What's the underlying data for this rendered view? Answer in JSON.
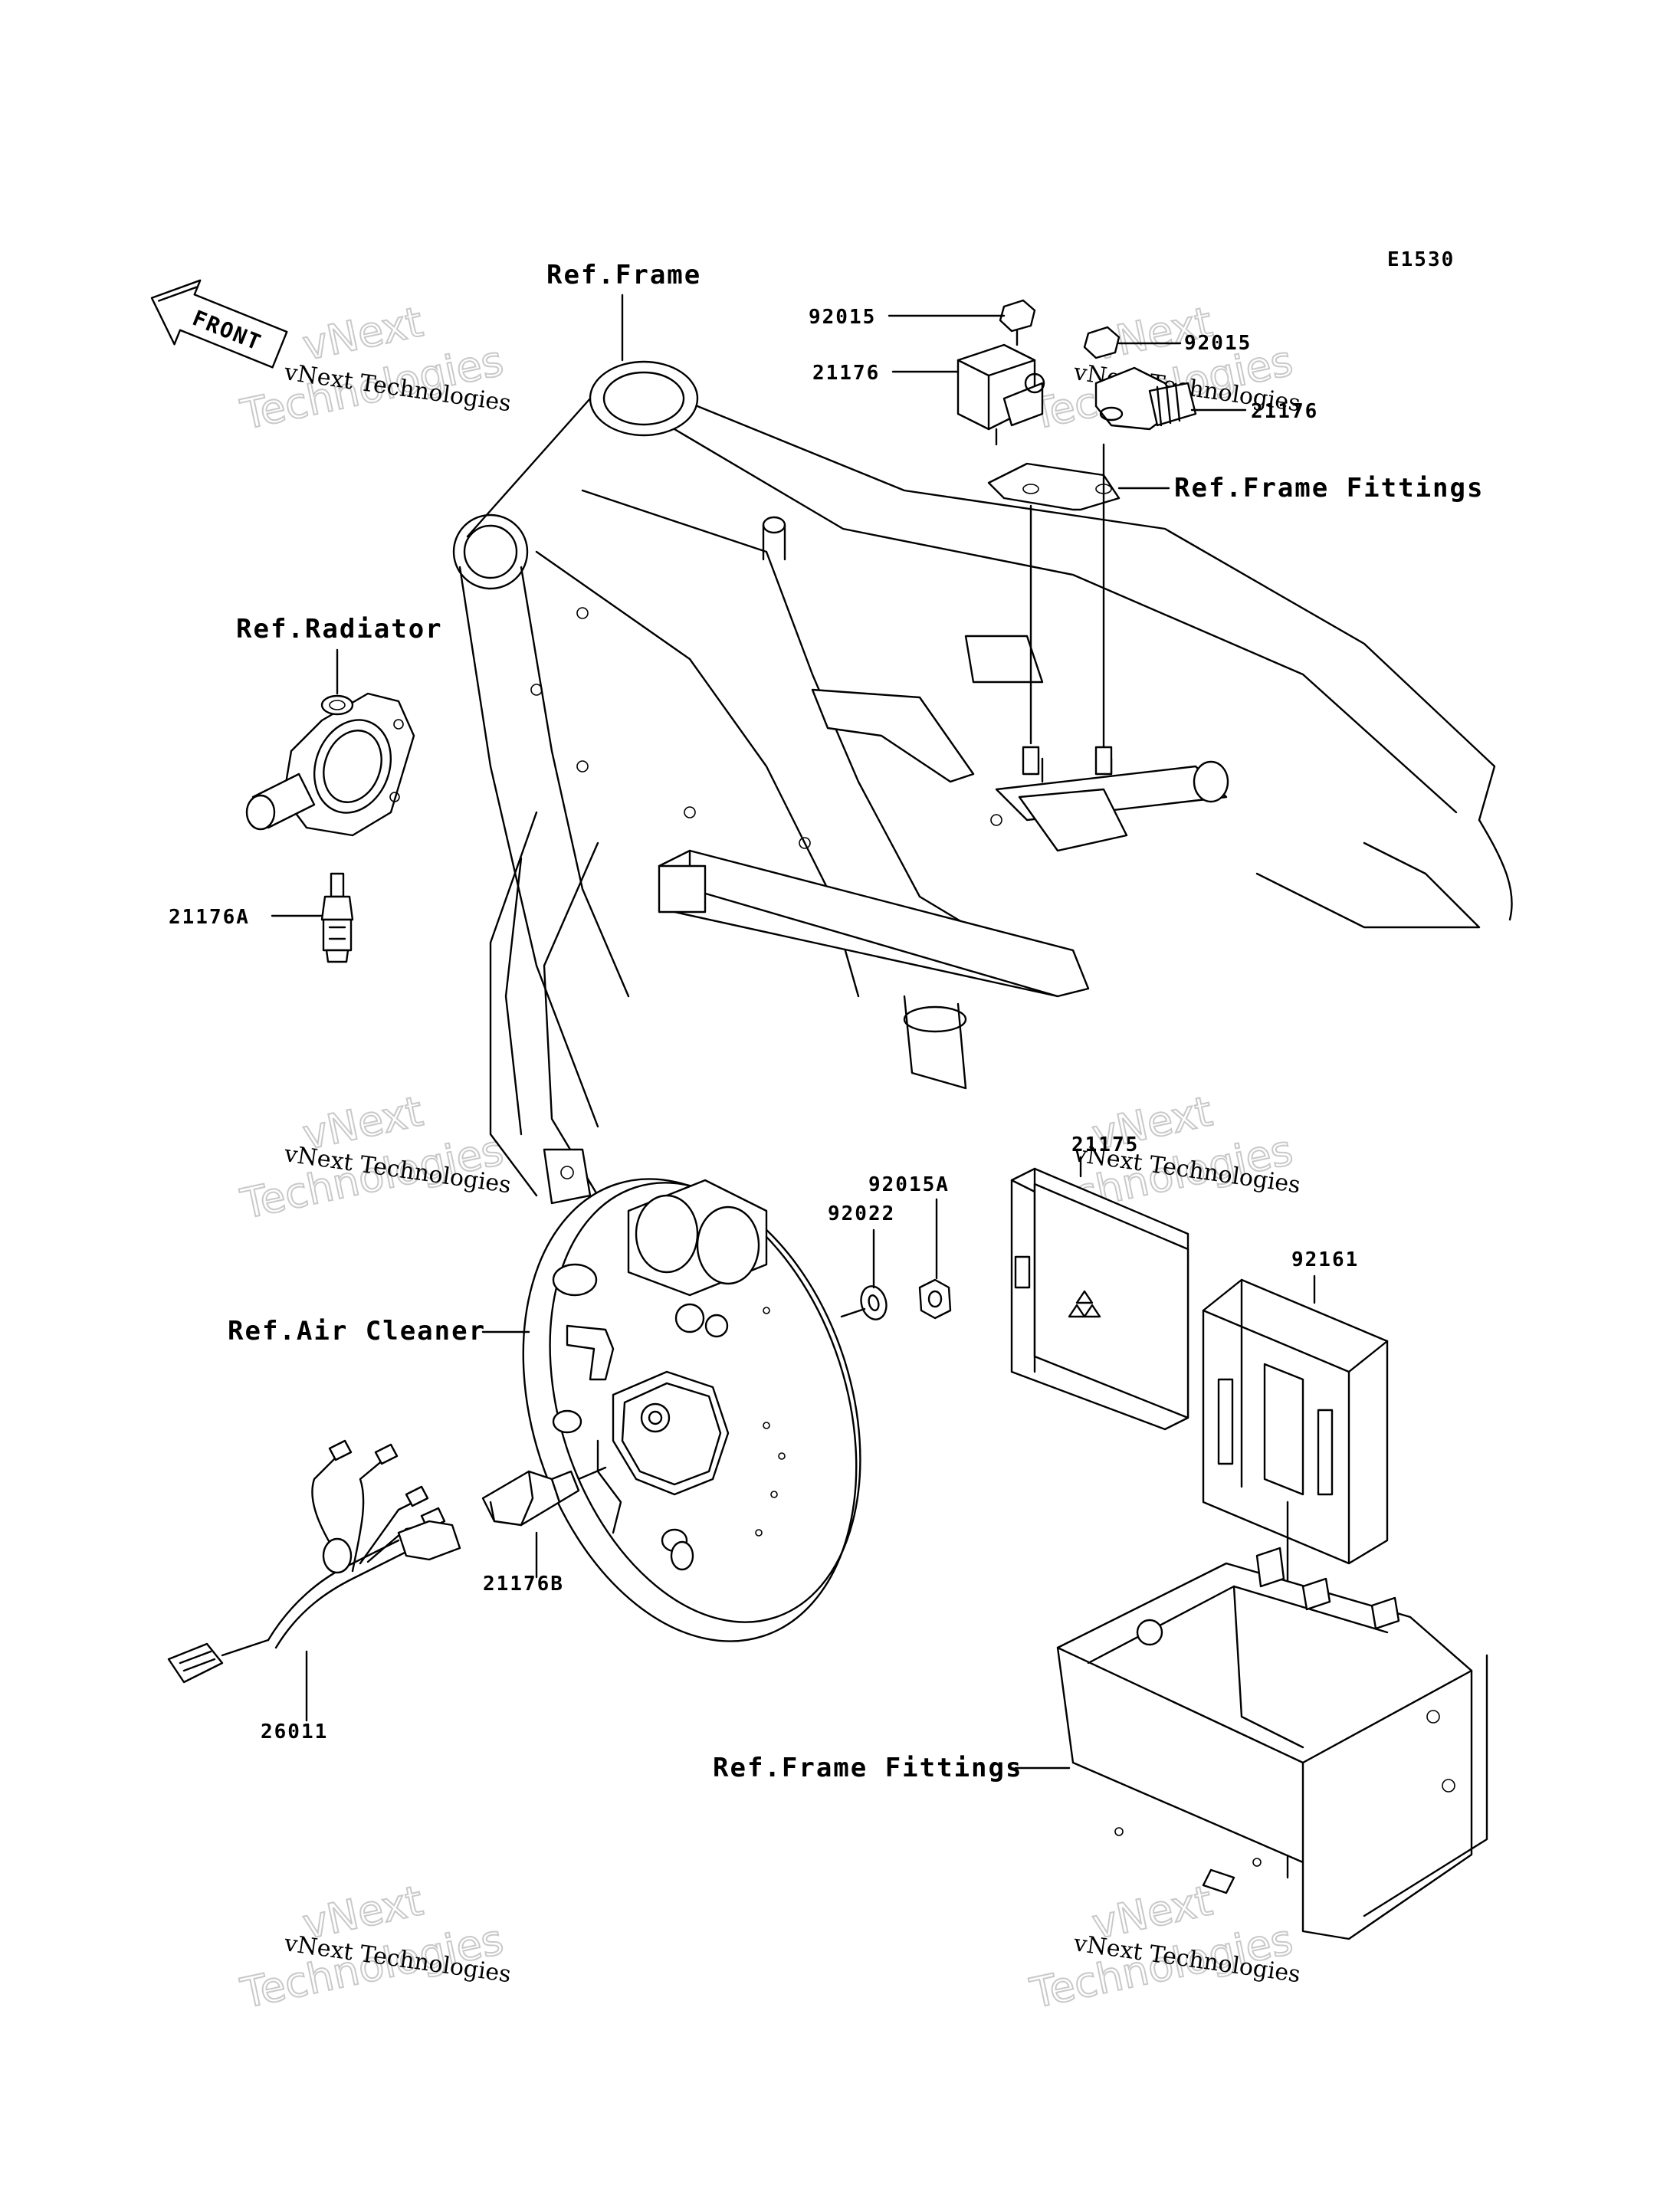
{
  "diagram_code": "E1530",
  "front_arrow": {
    "label": "FRONT"
  },
  "references": {
    "frame": "Ref.Frame",
    "frame_fittings_top": "Ref.Frame Fittings",
    "radiator": "Ref.Radiator",
    "air_cleaner": "Ref.Air Cleaner",
    "frame_fittings_bottom": "Ref.Frame Fittings"
  },
  "parts": {
    "p92015_left": "92015",
    "p92015_right": "92015",
    "p21176_left": "21176",
    "p21176_right": "21176",
    "p21176A": "21176A",
    "p92015A": "92015A",
    "p92022": "92022",
    "p21175": "21175",
    "p92161": "92161",
    "p21176B": "21176B",
    "p26011": "26011"
  },
  "watermark": {
    "line1": "vNext",
    "line2": "Technologies",
    "small": "vNext Technologies"
  }
}
